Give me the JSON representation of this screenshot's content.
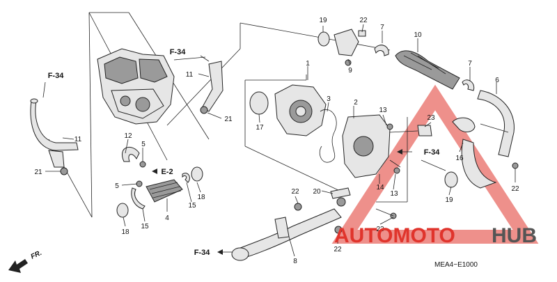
{
  "diagram": {
    "code": "MEA4−E1000",
    "fr_marker": "FR.",
    "watermark": {
      "brand_red": "AUTOMOTO",
      "brand_gray": "HUB",
      "color_red": "#e0342c",
      "color_gray": "#555555"
    },
    "refs": {
      "f34_a": "F-34",
      "f34_b": "F-34",
      "f34_c": "F-34",
      "f34_d": "F-34",
      "e2": "E-2"
    },
    "callouts": [
      {
        "id": "c1",
        "text": "1"
      },
      {
        "id": "c2",
        "text": "2"
      },
      {
        "id": "c3",
        "text": "3"
      },
      {
        "id": "c4",
        "text": "4"
      },
      {
        "id": "c5a",
        "text": "5"
      },
      {
        "id": "c5b",
        "text": "5"
      },
      {
        "id": "c6",
        "text": "6"
      },
      {
        "id": "c7a",
        "text": "7"
      },
      {
        "id": "c7b",
        "text": "7"
      },
      {
        "id": "c8",
        "text": "8"
      },
      {
        "id": "c9",
        "text": "9"
      },
      {
        "id": "c10",
        "text": "10"
      },
      {
        "id": "c11a",
        "text": "11"
      },
      {
        "id": "c11b",
        "text": "11"
      },
      {
        "id": "c12",
        "text": "12"
      },
      {
        "id": "c13a",
        "text": "13"
      },
      {
        "id": "c13b",
        "text": "13"
      },
      {
        "id": "c14",
        "text": "14"
      },
      {
        "id": "c15a",
        "text": "15"
      },
      {
        "id": "c15b",
        "text": "15"
      },
      {
        "id": "c16",
        "text": "16"
      },
      {
        "id": "c17",
        "text": "17"
      },
      {
        "id": "c18a",
        "text": "18"
      },
      {
        "id": "c18b",
        "text": "18"
      },
      {
        "id": "c19a",
        "text": "19"
      },
      {
        "id": "c19b",
        "text": "19"
      },
      {
        "id": "c20",
        "text": "20"
      },
      {
        "id": "c21a",
        "text": "21"
      },
      {
        "id": "c21b",
        "text": "21"
      },
      {
        "id": "c22a",
        "text": "22"
      },
      {
        "id": "c22b",
        "text": "22"
      },
      {
        "id": "c22c",
        "text": "22"
      },
      {
        "id": "c22d",
        "text": "22"
      },
      {
        "id": "c23a",
        "text": "23"
      },
      {
        "id": "c23b",
        "text": "23"
      }
    ]
  }
}
